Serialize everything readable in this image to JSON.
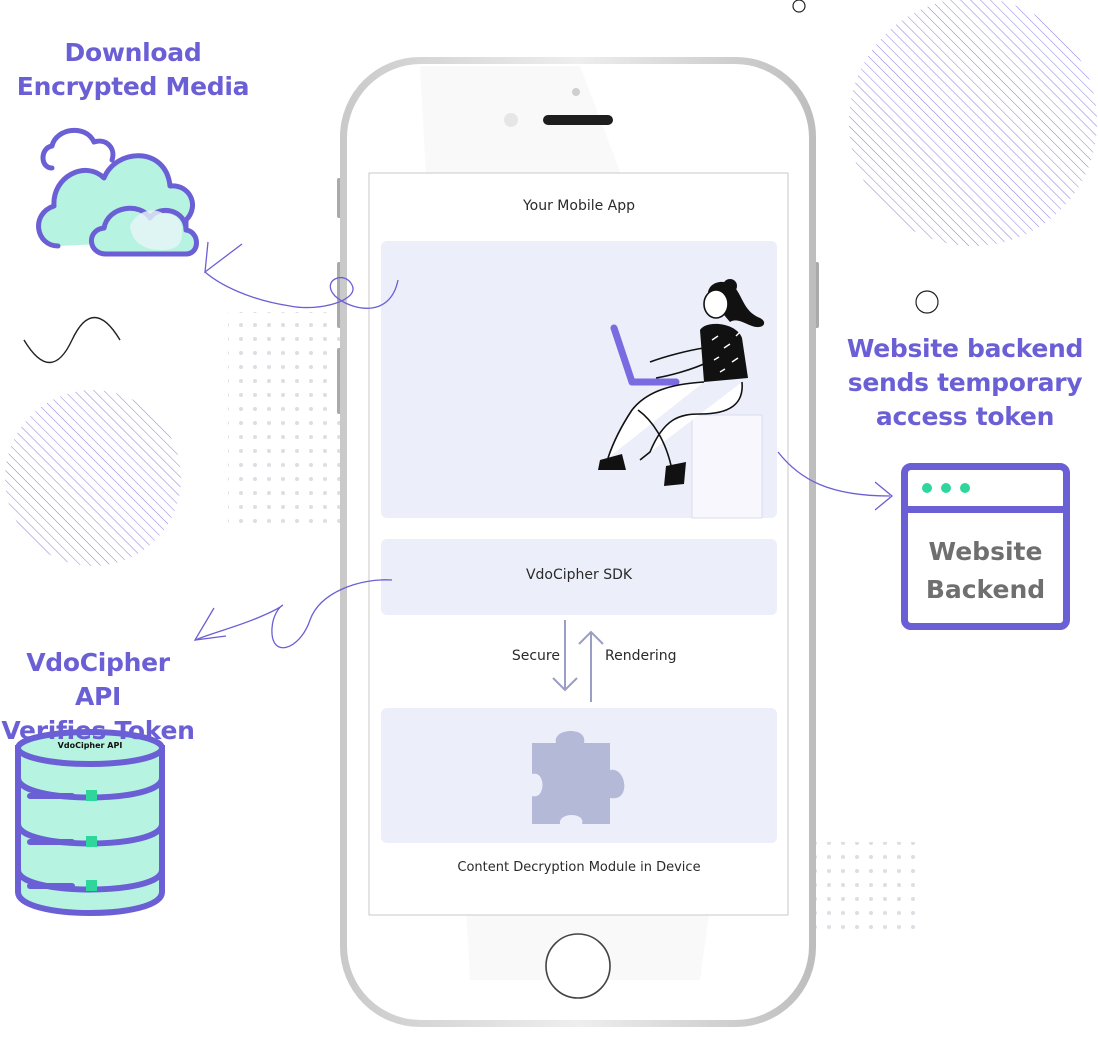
{
  "labels": {
    "download_line1": "Download",
    "download_line2": "Encrypted Media",
    "backend_line1": "Website backend",
    "backend_line2": "sends temporary",
    "backend_line3": "access token",
    "api_line1": "VdoCipher API",
    "api_line2": "Verifies Token"
  },
  "phone": {
    "app_title": "Your Mobile App",
    "sdk_label": "VdoCipher SDK",
    "arrow_left_label": "Secure",
    "arrow_right_label": "Rendering",
    "cdm_label": "Content Decryption Module in Device"
  },
  "browser_window": {
    "line1": "Website",
    "line2": "Backend"
  },
  "database": {
    "label": "VdoCipher API"
  },
  "colors": {
    "accent": "#6b5fd6",
    "mint": "#b6f3e0",
    "panel": "#eceefa",
    "puzzle": "#b4b9d8",
    "green_dot": "#2fd69b"
  },
  "icons": [
    "cloud-icon",
    "database-icon",
    "browser-window-icon",
    "puzzle-icon",
    "person-with-laptop-illustration"
  ]
}
